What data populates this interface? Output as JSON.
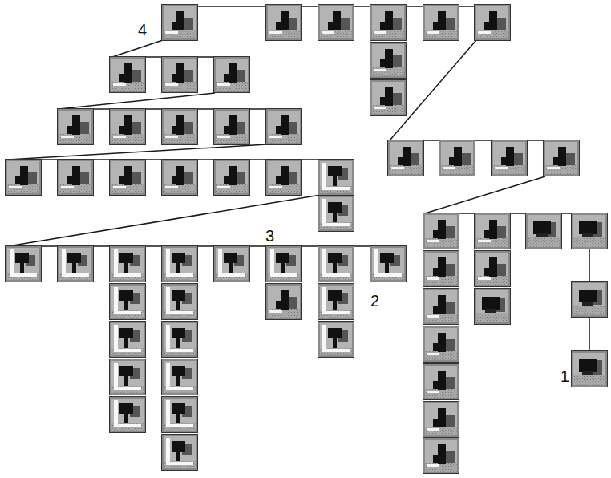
{
  "diagram": {
    "labels": [
      "4",
      "3",
      "2",
      "1"
    ]
  }
}
